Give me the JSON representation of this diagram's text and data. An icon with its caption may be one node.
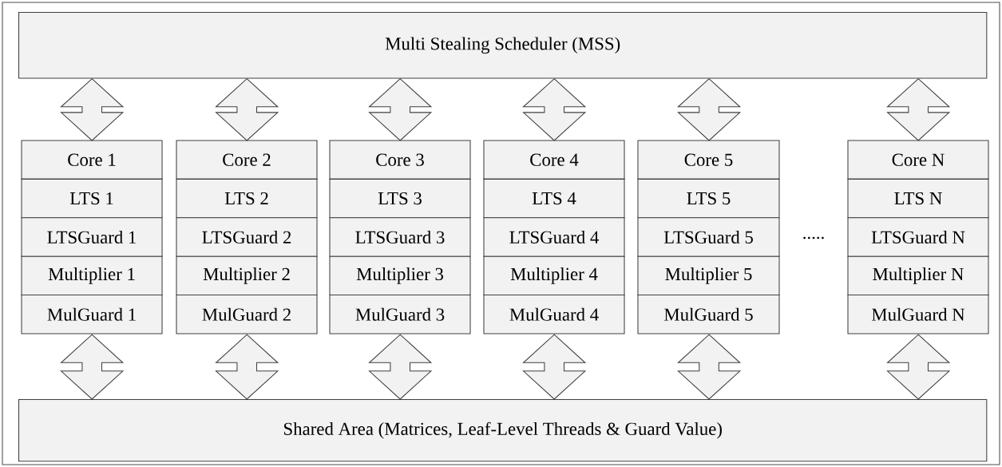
{
  "diagram": {
    "nodes": [
      {
        "text": [
          "Multi Stealing Scheduler (MSS)"
        ]
      },
      {
        "text": [
          "Core 1",
          "LTS 1",
          "LTSGuard 1",
          "Multiplier 1",
          "MulGuard 1"
        ]
      },
      {
        "text": [
          "Core 2",
          "LTS 2",
          "LTSGuard 2",
          "Multiplier 2",
          "MulGuard 2"
        ]
      },
      {
        "text": [
          "Core 3",
          "LTS 3",
          "LTSGuard 3",
          "Multiplier 3",
          "MulGuard 3"
        ]
      },
      {
        "text": [
          "Core 4",
          "LTS 4",
          "LTSGuard 4",
          "Multiplier 4",
          "MulGuard 4"
        ]
      },
      {
        "text": [
          "Core 5",
          "LTS 5",
          "LTSGuard 5",
          "Multiplier 5",
          "MulGuard 5"
        ]
      },
      {
        "text": [
          "Core N",
          "LTS N",
          "LTSGuard N",
          "Multiplier N",
          "MulGuard N"
        ]
      },
      {
        "text": [
          "Shared Area (Matrices, Leaf-Level Threads & Guard Value)"
        ]
      }
    ],
    "edges": [
      {
        "from": 0,
        "to": 1,
        "arrow": "both"
      },
      {
        "from": 0,
        "to": 2,
        "arrow": "both"
      },
      {
        "from": 0,
        "to": 3,
        "arrow": "both"
      },
      {
        "from": 0,
        "to": 4,
        "arrow": "both"
      },
      {
        "from": 0,
        "to": 5,
        "arrow": "both"
      },
      {
        "from": 0,
        "to": 6,
        "arrow": "both"
      },
      {
        "from": 1,
        "to": 7,
        "arrow": "both"
      },
      {
        "from": 2,
        "to": 7,
        "arrow": "both"
      },
      {
        "from": 3,
        "to": 7,
        "arrow": "both"
      },
      {
        "from": 4,
        "to": 7,
        "arrow": "both"
      },
      {
        "from": 5,
        "to": 7,
        "arrow": "both"
      },
      {
        "from": 6,
        "to": 7,
        "arrow": "both"
      }
    ],
    "labels": [
      "....."
    ]
  }
}
